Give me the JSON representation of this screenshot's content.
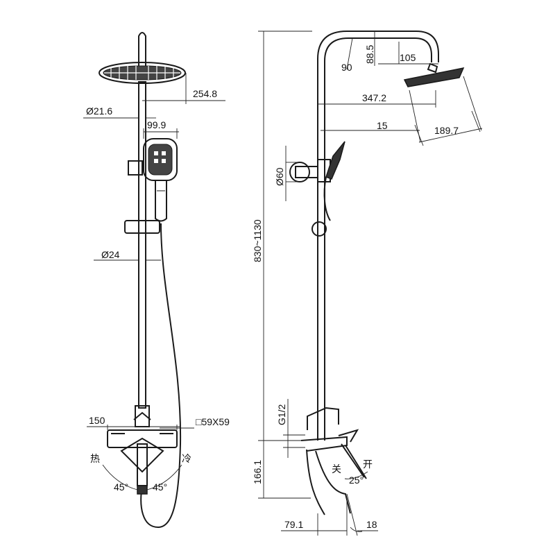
{
  "labels": {
    "head_width": "254.8",
    "pipe_dia": "Ø21.6",
    "hand_width": "99.9",
    "rail_dia": "Ø24",
    "mixer_width": "150",
    "base_size": "□59X59",
    "hot": "热",
    "cold": "冷",
    "angle_left": "45°",
    "angle_right": "45°",
    "arm_angle": "90",
    "arm_drop": "88.5",
    "head_offset": "105",
    "reach": "347.2",
    "tilt": "15",
    "head_dia": "189.7",
    "height_range": "830~1130",
    "holder_dia": "Ø60",
    "thread": "G1/2",
    "off": "关",
    "on": "开",
    "lever_angle": "25°",
    "spout_height": "166.1",
    "spout_reach": "79.1",
    "spout_angle": "18"
  },
  "colors": {
    "line": "#1a1a1a",
    "fill_dark": "#333333",
    "background": "#ffffff"
  }
}
